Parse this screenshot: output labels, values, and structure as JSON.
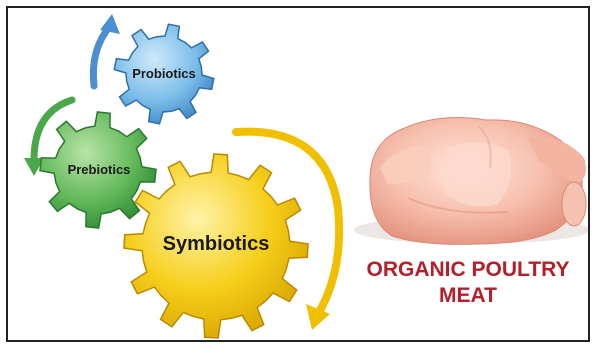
{
  "gears": {
    "probiotics": {
      "label": "Probiotics",
      "color": "#6fb6e8"
    },
    "prebiotics": {
      "label": "Prebiotics",
      "color": "#5cb85c"
    },
    "symbiotics": {
      "label": "Symbiotics",
      "color": "#f2c811"
    }
  },
  "arrows": {
    "blue": "#4a8fd1",
    "green": "#4aa84a",
    "yellow": "#f0c000"
  },
  "product": {
    "title_line1": "ORGANIC POULTRY",
    "title_line2": "MEAT",
    "title_color": "#b3202a",
    "image_icon": "raw-chicken"
  }
}
